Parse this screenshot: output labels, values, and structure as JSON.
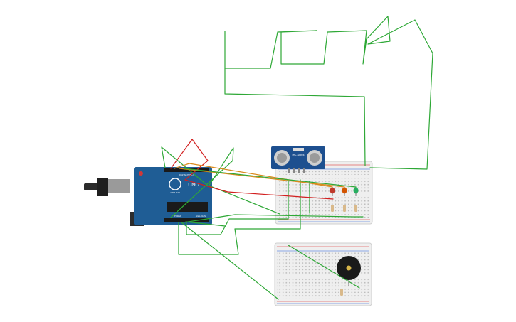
{
  "board": {
    "brand": "ARDUINO",
    "model": "UNO",
    "digital_label": "DIGITAL (PWM~)",
    "power_label": "POWER",
    "analog_label": "ANALOG IN",
    "colors": {
      "pcb": "#1f5d95",
      "header": "#1a1a1a"
    }
  },
  "sensor": {
    "label": "HC-SR04",
    "colors": {
      "pcb": "#1d4f8f",
      "transducer": "#b9b9b9"
    }
  },
  "leds": [
    {
      "name": "red-led",
      "color": "#c0392b"
    },
    {
      "name": "orange-led",
      "color": "#d35400"
    },
    {
      "name": "green-led",
      "color": "#27ae60"
    }
  ],
  "buzzer": {
    "color": "#1a1a1a"
  },
  "wires": {
    "green": "#2ea836",
    "red": "#d21f1f",
    "orange": "#d98a1c"
  }
}
